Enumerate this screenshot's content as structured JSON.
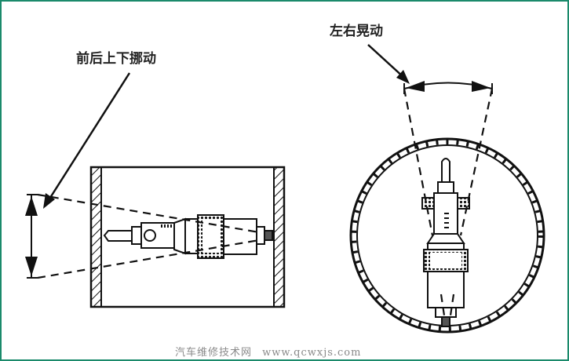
{
  "diagram": {
    "subject": "inside micrometer measurement in cylinder bore",
    "left_view": {
      "label": "前后上下挪动",
      "view": "side-section",
      "motion": "vertical rocking"
    },
    "right_view": {
      "label": "左右晃动",
      "view": "end-section",
      "motion": "horizontal swing"
    }
  },
  "watermark": {
    "site_name": "汽车维修技术网",
    "url": "www.qcwxjs.com"
  },
  "colors": {
    "border": "#1b8a6b",
    "ink": "#111111",
    "watermark": "#8a8a8a",
    "background": "#ffffff"
  }
}
